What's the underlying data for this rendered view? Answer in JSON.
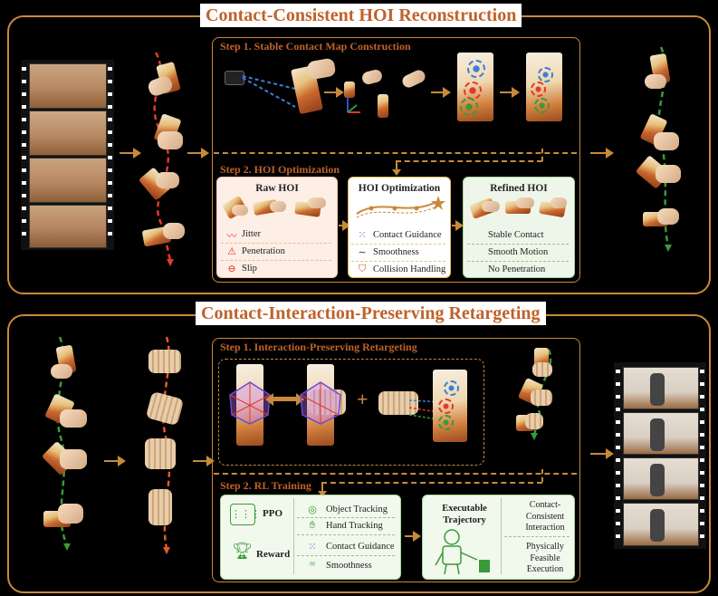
{
  "section1": {
    "title": "Contact-Consistent HOI Reconstruction",
    "step1_label": "Step 1. Stable Contact Map Construction",
    "step2_label": "Step 2. HOI Optimization",
    "raw": {
      "title": "Raw HOI",
      "items": [
        "Jitter",
        "Penetration",
        "Slip"
      ],
      "icons": [
        "wave-circle-icon",
        "warning-triangle-icon",
        "minus-circle-icon"
      ]
    },
    "opt": {
      "title": "HOI Optimization",
      "items": [
        "Contact Guidance",
        "Smoothness",
        "Collision Handling"
      ],
      "icons": [
        "dots-icon",
        "wave-icon",
        "shield-icon"
      ]
    },
    "refined": {
      "title": "Refined  HOI",
      "items": [
        "Stable Contact",
        "Smooth Motion",
        "No Penetration"
      ],
      "icons": [
        "check-circle-icon",
        "check-circle-icon",
        "check-circle-icon"
      ]
    }
  },
  "section2": {
    "title": "Contact-Interaction-Preserving Retargeting",
    "step1_label": "Step 1. Interaction-Preserving Retargeting",
    "step2_label": "Step 2. RL Training",
    "ppo_label": "PPO",
    "reward_label": "Reward",
    "rewards": [
      "Object Tracking",
      "Hand Tracking",
      "Contact Guidance",
      "Smoothness"
    ],
    "reward_icons": [
      "target-icon",
      "hand-icon",
      "dots-icon",
      "wave-icon"
    ],
    "exec_title": "Executable Trajectory",
    "exec_items": [
      "Contact-Consistent Interaction",
      "Physically Feasible Execution"
    ],
    "plus": "+"
  },
  "colors": {
    "accent": "#c8893a",
    "title_text": "#c0622a",
    "raw_bg": "#fdeee6",
    "opt_border": "#e6b35a",
    "refined_bg": "#eef6ea",
    "rl_bg": "#f1f8ec",
    "green": "#3a9a3a",
    "red": "#e23a2a"
  }
}
